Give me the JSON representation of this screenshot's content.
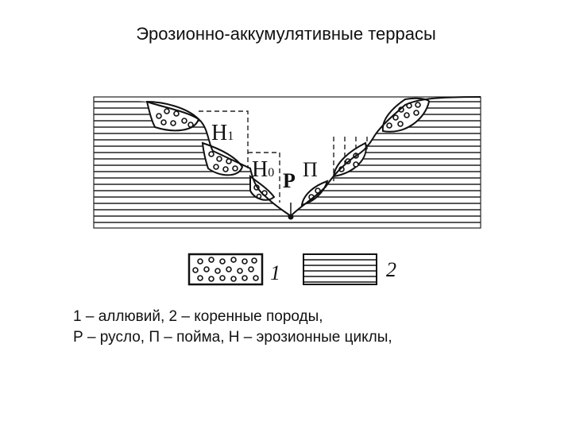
{
  "title": "Эрозионно-аккумулятивные террасы",
  "labels": {
    "h1_letter": "H",
    "h1_sub": "1",
    "h0_letter": "H",
    "h0_sub": "0",
    "p_label": "P",
    "pi_label": "П"
  },
  "legend": {
    "item1_number": "1",
    "item2_number": "2"
  },
  "caption": {
    "line1": "1 – аллювий, 2 – коренные породы,",
    "line2": "Р – русло, П – пойма, Н – эрозионные циклы,"
  }
}
